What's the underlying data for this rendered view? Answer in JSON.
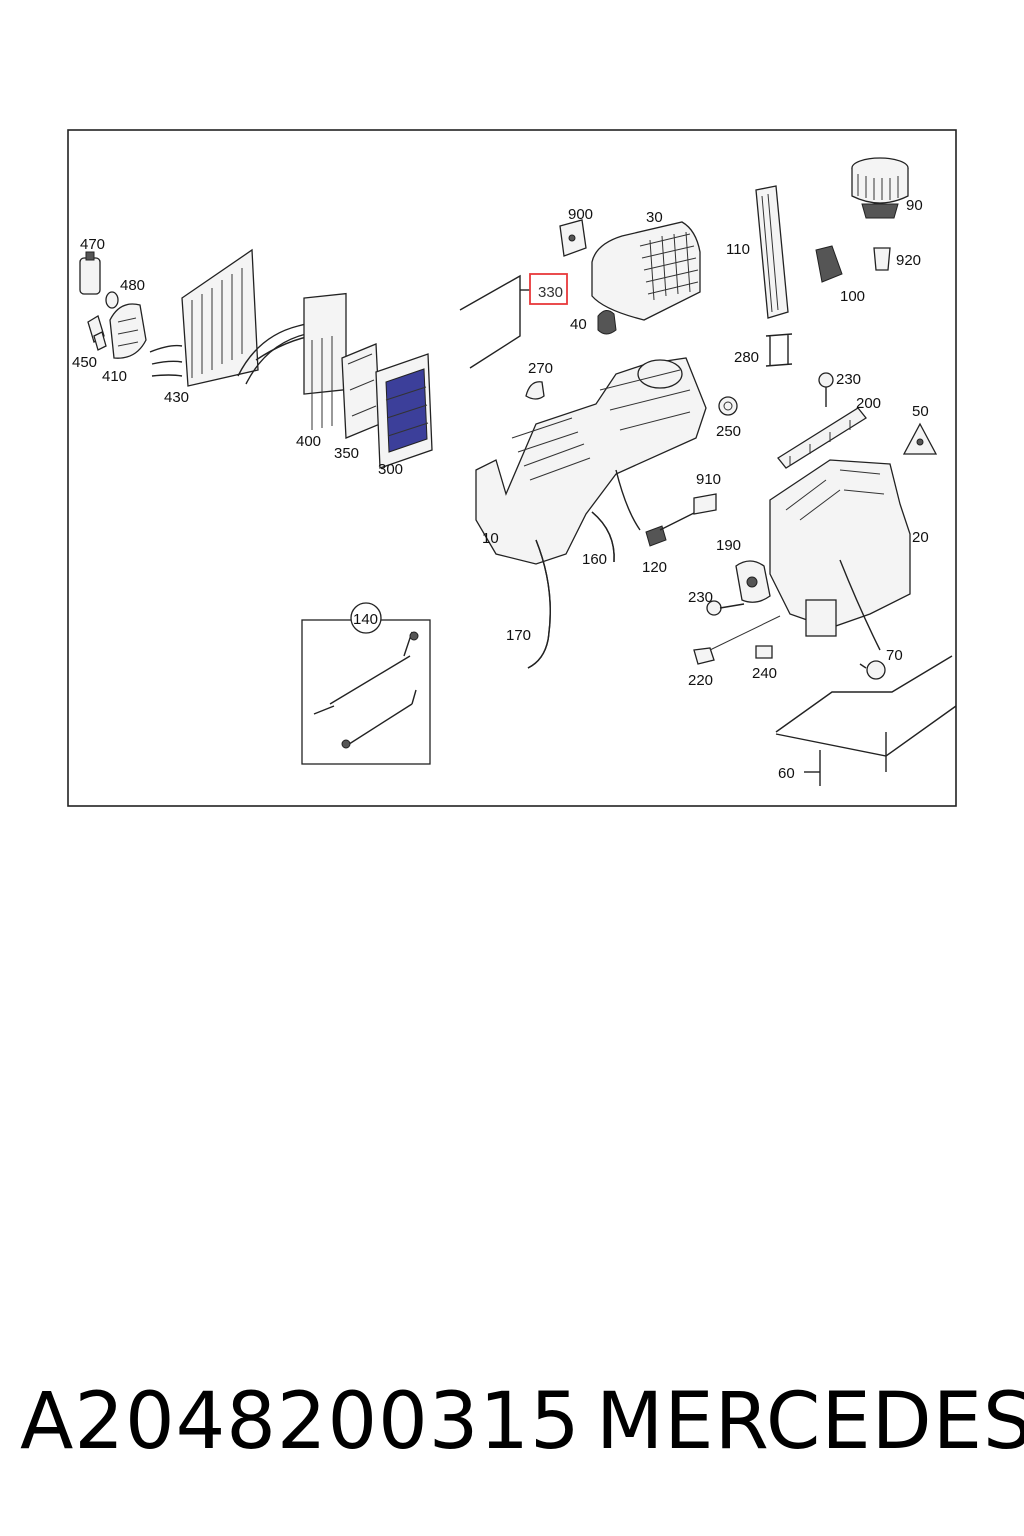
{
  "diagram": {
    "callouts": {
      "c470": "470",
      "c480": "480",
      "c450": "450",
      "c410": "410",
      "c430": "430",
      "c400": "400",
      "c350": "350",
      "c300": "300",
      "c900": "900",
      "c30": "30",
      "c330": "330",
      "c40": "40",
      "c110": "110",
      "c90": "90",
      "c920": "920",
      "c100": "100",
      "c280": "280",
      "c270": "270",
      "c230a": "230",
      "c200": "200",
      "c50": "50",
      "c250": "250",
      "c10": "10",
      "c910": "910",
      "c160": "160",
      "c120": "120",
      "c190": "190",
      "c20": "20",
      "c140": "140",
      "c170": "170",
      "c230b": "230",
      "c220": "220",
      "c240": "240",
      "c70": "70",
      "c60": "60"
    },
    "highlighted_callout": "330",
    "highlight_color": "#e8393a"
  },
  "footer": {
    "part_number": "A2048200315",
    "brand": "MERCEDES"
  }
}
